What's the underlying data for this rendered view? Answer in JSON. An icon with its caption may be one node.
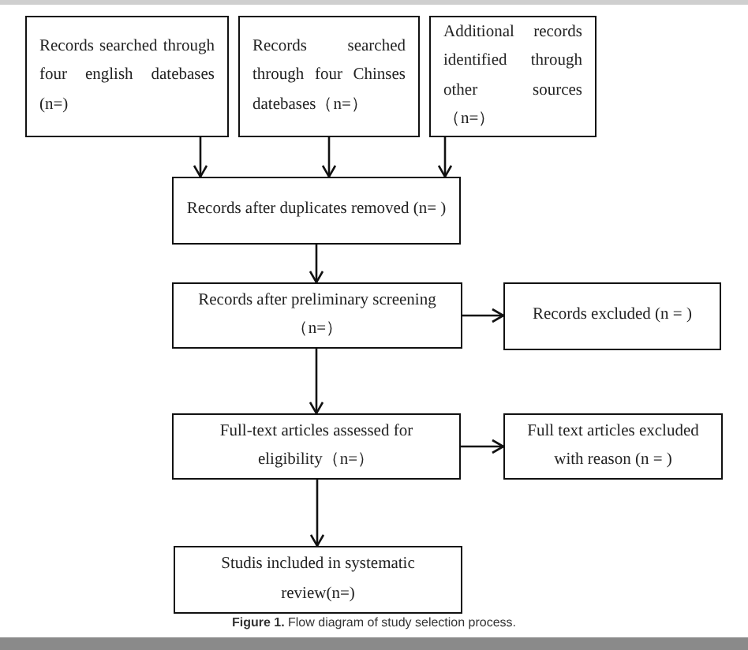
{
  "diagram": {
    "caption": "**Figure 1.** Flow diagram of study selection process.",
    "nodes": [
      {
        "text": [
          "Records searched through four english datebases (n=)"
        ]
      },
      {
        "text": [
          "Records searched through four Chinses datebases（n=）"
        ]
      },
      {
        "text": [
          "Additional records identified through other sources（n=）"
        ]
      },
      {
        "text": [
          "Records after duplicates removed (n= )"
        ]
      },
      {
        "text": [
          "Records after preliminary screening（n=）"
        ]
      },
      {
        "text": [
          "Records excluded (n = )"
        ]
      },
      {
        "text": [
          "Full-text articles assessed for eligibility（n=）"
        ]
      },
      {
        "text": [
          "Full text articles excluded with reason (n = )"
        ]
      },
      {
        "text": [
          "Studis included in systematic review(n=)"
        ]
      }
    ],
    "edges": [
      {
        "from": 0,
        "to": 3,
        "arrow": "to"
      },
      {
        "from": 1,
        "to": 3,
        "arrow": "to"
      },
      {
        "from": 2,
        "to": 3,
        "arrow": "to"
      },
      {
        "from": 3,
        "to": 4,
        "arrow": "to"
      },
      {
        "from": 4,
        "to": 5,
        "arrow": "to"
      },
      {
        "from": 4,
        "to": 6,
        "arrow": "to"
      },
      {
        "from": 6,
        "to": 7,
        "arrow": "to"
      },
      {
        "from": 6,
        "to": 8,
        "arrow": "to"
      }
    ]
  }
}
